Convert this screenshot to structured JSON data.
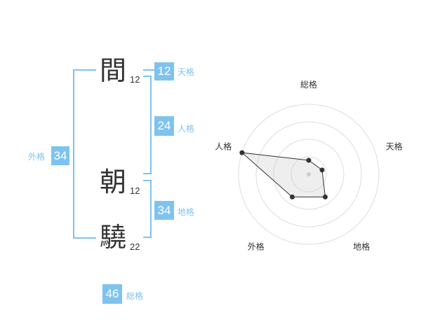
{
  "name_chars": [
    {
      "char": "間",
      "strokes": "12"
    },
    {
      "char": "朝",
      "strokes": "12"
    },
    {
      "char": "驍",
      "strokes": "22"
    }
  ],
  "fortune": {
    "tenkaku": {
      "value": "12",
      "label": "天格"
    },
    "jinkaku": {
      "value": "24",
      "label": "人格"
    },
    "chikaku": {
      "value": "34",
      "label": "地格"
    },
    "gaikaku": {
      "value": "34",
      "label": "外格"
    },
    "soukaku": {
      "value": "46",
      "label": "総格"
    }
  },
  "colors": {
    "accent": "#7ec3ef",
    "text": "#333333",
    "grid": "#dddddd"
  },
  "chart_data": {
    "type": "radar",
    "axes": [
      "総格",
      "天格",
      "地格",
      "外格",
      "人格"
    ],
    "values": [
      1,
      1,
      2,
      2,
      5
    ],
    "rmax": 5,
    "rings": 4
  }
}
